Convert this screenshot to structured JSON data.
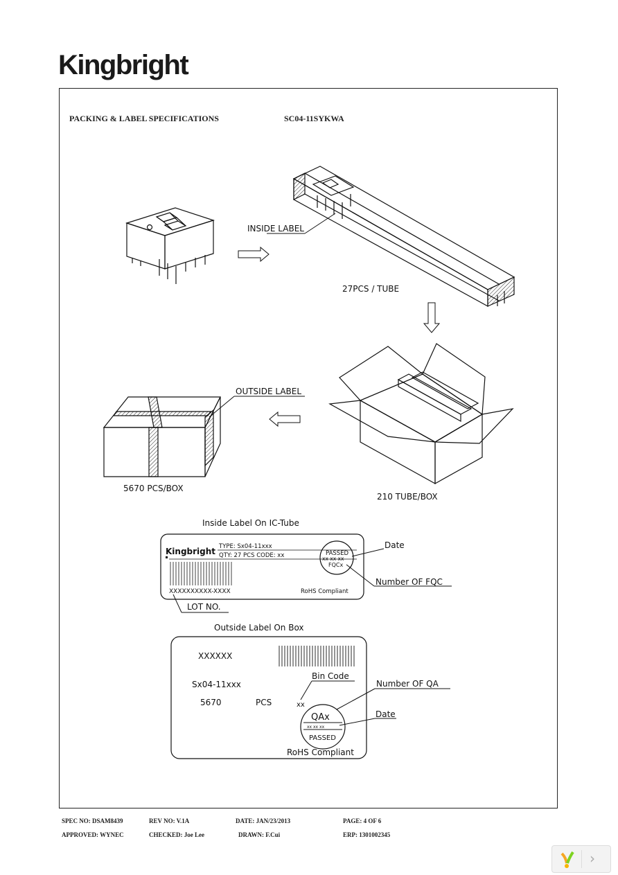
{
  "brand": {
    "logo_text": "Kingbright"
  },
  "header": {
    "title": "PACKING & LABEL SPECIFICATIONS",
    "part_number": "SC04-11SYKWA"
  },
  "diagram": {
    "inside_label_callout": "INSIDE LABEL",
    "tube_qty": "27PCS  /  TUBE",
    "outside_label_callout": "OUTSIDE LABEL",
    "box_qty": "5670  PCS/BOX",
    "carton_qty": "210  TUBE/BOX"
  },
  "inside_label": {
    "title": "Inside  Label  On  IC-Tube",
    "brand": "Kingbright",
    "type_line": "TYPE:  Sx04-11xxx",
    "qty_line": "QTY:  27  PCS    CODE:  xx",
    "stamp_top": "PASSED",
    "stamp_mid": "xx  xx  xx",
    "stamp_bottom": "FQCx",
    "lot_code": "XXXXXXXXXX-XXXX",
    "rohs": "RoHS  Compliant",
    "callout_date": "Date",
    "callout_fqc": "Number  OF  FQC",
    "callout_lot": "LOT  NO."
  },
  "outside_label": {
    "title": "Outside  Label  On  Box",
    "code": "XXXXXX",
    "part": "Sx04-11xxx",
    "qty": "5670",
    "unit": "PCS",
    "bin_value": "xx",
    "stamp_top": "QAx",
    "stamp_mid": "xx    xx    xx",
    "stamp_bottom": "PASSED",
    "rohs": "RoHS  Compliant",
    "callout_bin": "Bin  Code",
    "callout_qa": "Number  OF  QA",
    "callout_date": "Date"
  },
  "footer": {
    "spec_no": "SPEC NO: DSAM8439",
    "rev_no": "REV NO: V.1A",
    "date": "DATE: JAN/23/2013",
    "page": "PAGE:  4  OF  6",
    "approved": "APPROVED: WYNEC",
    "checked": "CHECKED: Joe Lee",
    "drawn": "DRAWN: F.Cui",
    "erp": "ERP: 1301002345"
  },
  "nav": {
    "next_glyph": "›"
  }
}
